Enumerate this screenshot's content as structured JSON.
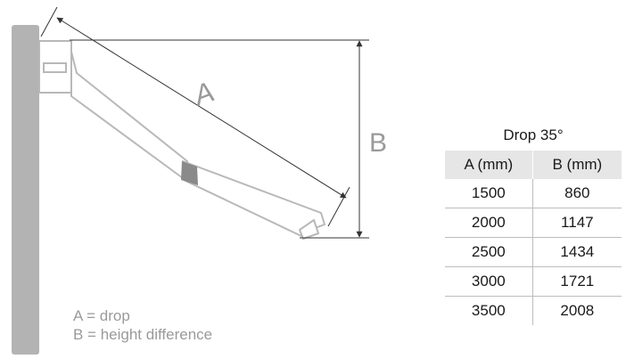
{
  "dimensions": {
    "a_label": "A",
    "b_label": "B"
  },
  "legend": {
    "line_a": "A = drop",
    "line_b": "B = height difference"
  },
  "table": {
    "title": "Drop 35°",
    "headers": [
      "A (mm)",
      "B (mm)"
    ],
    "rows": [
      [
        "1500",
        "860"
      ],
      [
        "2000",
        "1147"
      ],
      [
        "2500",
        "1434"
      ],
      [
        "3000",
        "1721"
      ],
      [
        "3500",
        "2008"
      ]
    ]
  },
  "colors": {
    "wall": "#b3b3b3",
    "arm_stroke": "#b8b8b8",
    "dimension_line": "#333333",
    "label_gray": "#9a9a9a",
    "table_header_bg": "#e6e6e6"
  }
}
